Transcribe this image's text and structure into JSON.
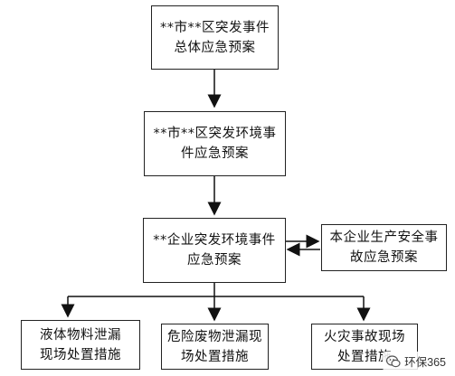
{
  "nodes": {
    "city_general_plan": "**市**区突发事件\n总体应急预案",
    "city_env_plan": "**市**区突发环境事\n件应急预案",
    "enterprise_env_plan": "**企业突发环境事件\n应急预案",
    "enterprise_safety_plan": "本企业生产安全事\n故应急预案",
    "liquid_leak_measures": "液体物料泄漏\n现场处置措施",
    "hazardous_waste_measures": "危险废物泄漏现\n场处置措施",
    "fire_accident_measures": "火灾事故现场\n处置措施"
  },
  "watermark": {
    "text": "环保365",
    "icon": "wechat-bubble-icon"
  }
}
